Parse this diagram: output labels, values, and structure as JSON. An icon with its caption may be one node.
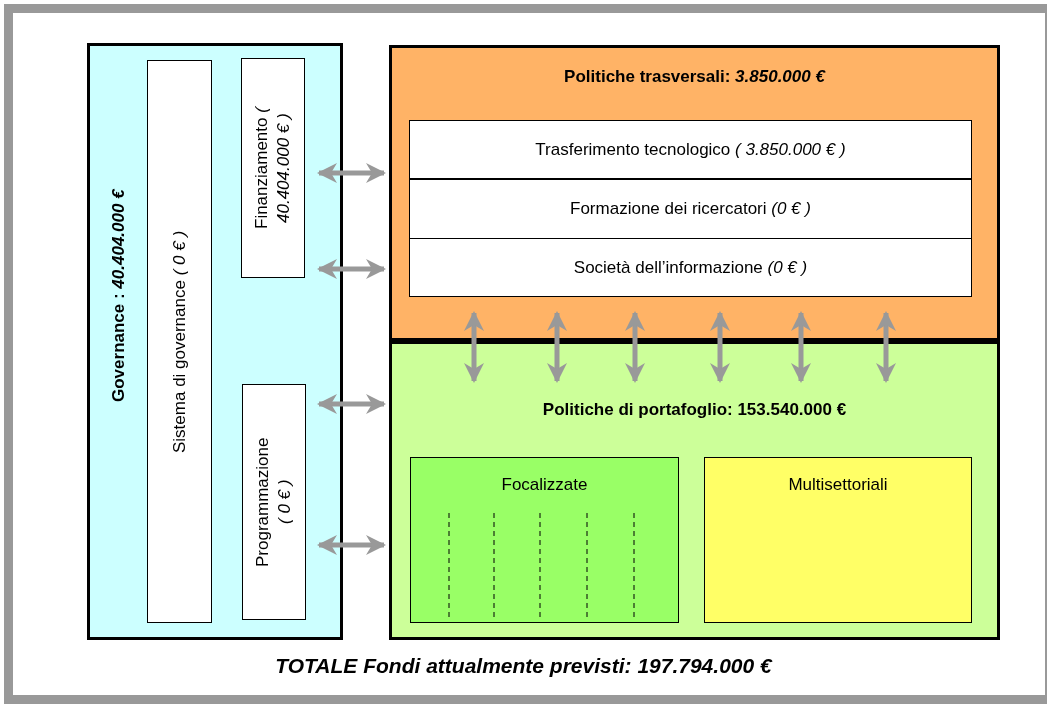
{
  "diagram": {
    "caption": "TOTALE Fondi attualmente previsti: 197.794.000 €",
    "nodes": [
      {
        "text": [
          "Governance : *40.404.000 €*"
        ]
      },
      {
        "text": [
          "Sistema di governance *( 0  € )*"
        ],
        "in": 0
      },
      {
        "text": [
          "Finanziamento *( 40.404.000 € )*"
        ],
        "in": 0
      },
      {
        "text": [
          "Programmazione *( 0 € )*"
        ],
        "in": 0
      },
      {
        "text": [
          "Politiche trasversali: *3.850.000 €*"
        ]
      },
      {
        "text": [
          "Trasferimento tecnologico *( 3.850.000 € )*"
        ],
        "in": 4
      },
      {
        "text": [
          "Formazione dei ricercatori *(0 € )*"
        ],
        "in": 4
      },
      {
        "text": [
          "Società dell’informazione *(0 € )*"
        ],
        "in": 4
      },
      {
        "text": [
          "Politiche di portafoglio: 153.540.000 €"
        ]
      },
      {
        "text": [
          "Focalizzate"
        ],
        "in": 8
      },
      {
        "text": [
          "Multisettoriali"
        ],
        "in": 8
      }
    ],
    "edges": [
      {
        "from": 0,
        "to": 4,
        "arrow": "both"
      },
      {
        "from": 0,
        "to": 4,
        "arrow": "both"
      },
      {
        "from": 0,
        "to": 8,
        "arrow": "both"
      },
      {
        "from": 0,
        "to": 8,
        "arrow": "both"
      },
      {
        "from": 4,
        "to": 8,
        "arrow": "both"
      },
      {
        "from": 4,
        "to": 8,
        "arrow": "both"
      },
      {
        "from": 4,
        "to": 8,
        "arrow": "both"
      },
      {
        "from": 4,
        "to": 8,
        "arrow": "both"
      },
      {
        "from": 4,
        "to": 8,
        "arrow": "both"
      },
      {
        "from": 4,
        "to": 8,
        "arrow": "both"
      }
    ]
  }
}
